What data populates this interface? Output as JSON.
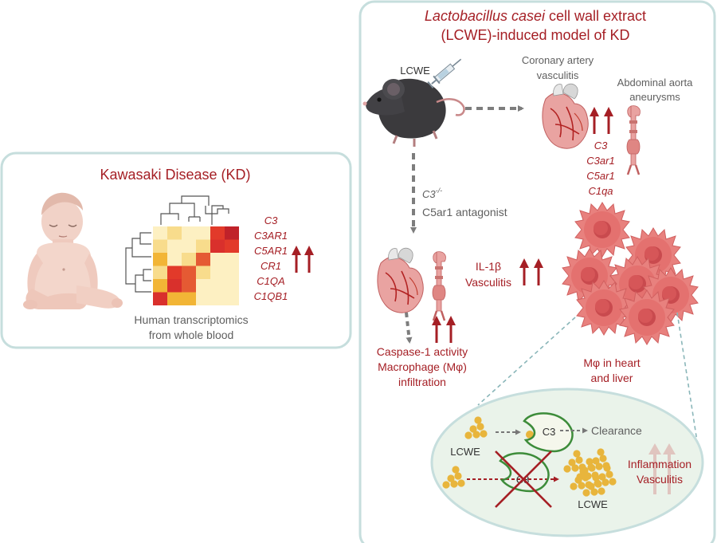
{
  "kd_panel": {
    "title": "Kawasaki Disease (KD)",
    "genes": [
      "C3",
      "C3AR1",
      "C5AR1",
      "CR1",
      "C1QA",
      "C1QB1"
    ],
    "caption": [
      "Human transcriptomics",
      "from whole blood"
    ],
    "heatmap": [
      [
        "#fdf0c2",
        "#f8dc8c",
        "#fdf0c2",
        "#fdf0c2",
        "#e23a2a",
        "#c0222a"
      ],
      [
        "#f8dc8c",
        "#fdf0c2",
        "#fdf0c2",
        "#f8dc8c",
        "#d9302c",
        "#e23a2a"
      ],
      [
        "#f2b536",
        "#fdf0c2",
        "#f8dc8c",
        "#e55a33",
        "#fdf0c2",
        "#fdf0c2"
      ],
      [
        "#f8dc8c",
        "#e23a2a",
        "#e55a33",
        "#f8dc8c",
        "#fdf0c2",
        "#fdf0c2"
      ],
      [
        "#f2b536",
        "#d9302c",
        "#e55a33",
        "#fdf0c2",
        "#fdf0c2",
        "#fdf0c2"
      ],
      [
        "#d9302c",
        "#f2b536",
        "#f2b536",
        "#fdf0c2",
        "#fdf0c2",
        "#fdf0c2"
      ]
    ]
  },
  "lcwe_panel": {
    "title_italic": "Lactobacillus casei",
    "title_rest": " cell wall extract",
    "title_line2": "(LCWE)-induced model of KD",
    "lcwe_label": "LCWE",
    "coronary": [
      "Coronary artery",
      "vasculitis"
    ],
    "aorta": [
      "Abdominal aorta",
      "aneurysms"
    ],
    "mouse_genes": [
      "C3",
      "C3ar1",
      "C5ar1",
      "C1qa"
    ],
    "knockout_base": "C3",
    "knockout_sup": "-/-",
    "antagonist": "C5ar1 antagonist",
    "il1b": [
      "IL-1β",
      "Vasculitis"
    ],
    "caspase": [
      "Caspase-1 activity",
      "Macrophage (Mφ)",
      "infiltration"
    ],
    "mphi": [
      "Mφ in heart",
      "and liver"
    ]
  },
  "inset": {
    "lcwe_top": "LCWE",
    "c3_top": "C3",
    "clearance": "Clearance",
    "c3_bottom": "C3",
    "lcwe_bottom": "LCWE",
    "inflammation": [
      "Inflammation",
      "Vasculitis"
    ]
  },
  "colors": {
    "accent_red": "#a51f25",
    "panel_border": "#c6dedd",
    "gray_text": "#5f5f5f",
    "particle": "#e8b53c",
    "receptor": "#3d8c3a",
    "macrophage": "#e4716f"
  },
  "icons": [
    "infant",
    "heatmap",
    "mouse",
    "syringe",
    "heart",
    "aorta",
    "macrophage-cluster",
    "c3-receptor"
  ]
}
